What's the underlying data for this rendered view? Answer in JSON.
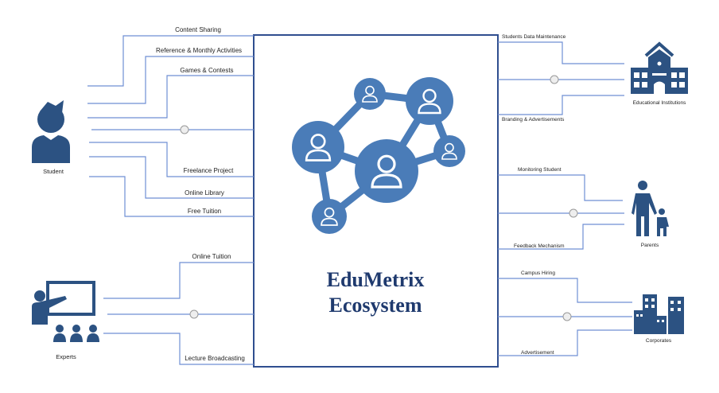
{
  "title": {
    "line1": "EduMetrix",
    "line2": "Ecosystem"
  },
  "entities": {
    "student": "Student",
    "experts": "Experts",
    "institutions": "Educational Institutions",
    "parents": "Parents",
    "corporates": "Corporates"
  },
  "student_links": [
    "Content Sharing",
    "Reference & Monthly  Activities",
    "Games & Contests",
    "Freelance Project",
    "Online Library",
    "Free Tuition"
  ],
  "expert_links": [
    "Online Tuition",
    "Lecture Broadcasting"
  ],
  "institution_links": [
    "Students Data Maintenance",
    "Branding & Advertisements"
  ],
  "parent_links": [
    "Monitoring Student",
    "Feedback Mechanism"
  ],
  "corporate_links": [
    "Campus Hiring",
    "Advertisement"
  ],
  "colors": {
    "line": "#6f8fd4",
    "box": "#2f4e8f",
    "icon": "#2c5282",
    "node": "#4a7cb8",
    "title": "#1f3a6e"
  }
}
